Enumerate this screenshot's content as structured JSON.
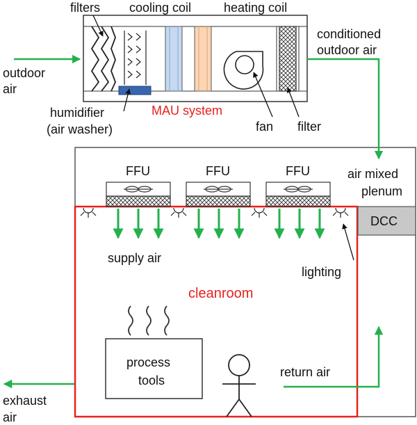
{
  "labels": {
    "filters": "filters",
    "cooling_coil": "cooling coil",
    "heating_coil": "heating coil",
    "conditioned_line1": "conditioned",
    "conditioned_line2": "outdoor air",
    "outdoor_line1": "outdoor",
    "outdoor_line2": "air",
    "humidifier_line1": "humidifier",
    "humidifier_line2": "(air washer)",
    "mau_system": "MAU system",
    "fan": "fan",
    "filter": "filter",
    "ffu_1": "FFU",
    "ffu_2": "FFU",
    "ffu_3": "FFU",
    "air_mixed_line1": "air mixed",
    "air_mixed_line2": "plenum",
    "dcc": "DCC",
    "supply_air": "supply air",
    "lighting": "lighting",
    "cleanroom": "cleanroom",
    "process_tools_line1": "process",
    "process_tools_line2": "tools",
    "return_air": "return air",
    "exhaust_line1": "exhaust",
    "exhaust_line2": "air"
  },
  "colors": {
    "airflow_arrow": "#22b14c",
    "cleanroom_outline": "#e8211f",
    "label_red": "#e8211f",
    "cooling_coil_fill": "#c6d9f1",
    "heating_coil_fill": "#fcd5b5",
    "water_fill": "#3a66b0",
    "dcc_fill": "#c8c8c8"
  }
}
